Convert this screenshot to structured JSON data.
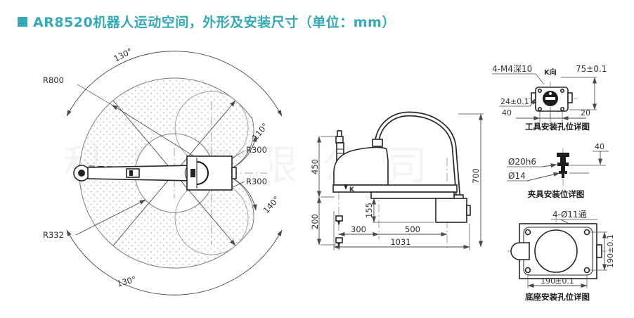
{
  "title": {
    "bullet": "■",
    "text": "AR8520机器人运动空间，外形及安装尺寸（单位：mm）"
  },
  "colors": {
    "accent": "#35a9b7",
    "line": "#262626",
    "dim": "#4a4a4a",
    "dots": "#b4b4b4"
  },
  "watermark": {
    "text": "科技有限公司"
  },
  "top_view": {
    "angle_top": "130°",
    "angle_bottom": "130°",
    "angle_upper_right": "110°",
    "angle_lower_right": "140°",
    "radius_outer": "R800",
    "radius_inner": "R332",
    "radius_lobe_upper": "R300",
    "radius_lobe_lower": "R300"
  },
  "side_view": {
    "stroke_up": "450",
    "stroke_down": "200",
    "base_height": "155",
    "arm_inner": "300",
    "arm_outer": "500",
    "total_length": "1031",
    "total_height": "700",
    "view_marker": "K"
  },
  "detail_tool": {
    "thread_note": "4-M4深10",
    "view_label": "K向",
    "dim_width": "75±0.1",
    "dim_pitch": "24±0.1",
    "dim_left": "40",
    "dim_right": "20",
    "caption": "工具安装孔位详图"
  },
  "detail_gripper": {
    "dim_top": "40",
    "dim_shaft": "Ø20h6",
    "dim_bore": "Ø14",
    "caption": "夹具安装位详图"
  },
  "detail_base": {
    "hole_note": "4-Ø11通",
    "dim_vertical": "190±0.1",
    "dim_horizontal": "190±0.1",
    "caption": "底座安装孔位详图"
  }
}
